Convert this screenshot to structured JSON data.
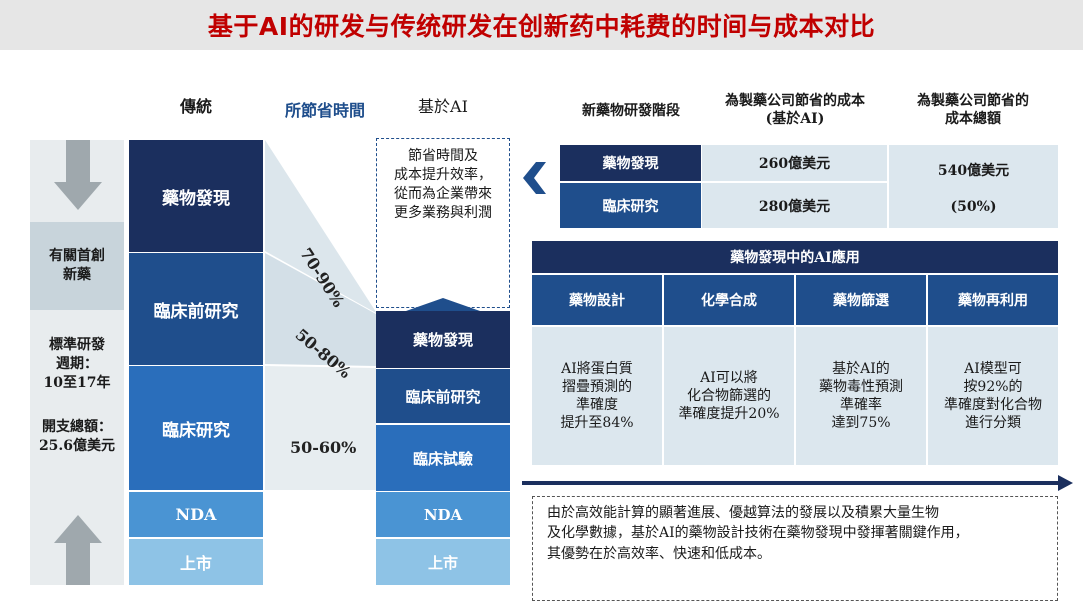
{
  "title": "基于AI的研发与传统研发在创新药中耗费的时间与成本对比",
  "headers": {
    "traditional": "傳統",
    "time_saved": "所節省時間",
    "ai_based": "基於AI"
  },
  "left_panel": {
    "innovative": "有關首創\n新藥",
    "cycle": "標準研發\n週期：\n10至17年",
    "cost": "開支總額：\n25.6億美元"
  },
  "traditional_stages": [
    "藥物發現",
    "臨床前研究",
    "臨床研究",
    "NDA",
    "上市"
  ],
  "ai_stages": [
    "藥物發現",
    "臨床前研究",
    "臨床試驗",
    "NDA",
    "上市"
  ],
  "savings": [
    "70-90%",
    "50-80%",
    "50-60%"
  ],
  "ai_note": "節省時間及\n成本提升效率，\n從而為企業帶來\n更多業務與利潤",
  "cost_table": {
    "headers": [
      "新藥物研發階段",
      "為製藥公司節省的成本\n(基於AI)",
      "為製藥公司節省的\n成本總額"
    ],
    "rows": [
      {
        "stage": "藥物發現",
        "saving": "260億美元"
      },
      {
        "stage": "臨床研究",
        "saving": "280億美元"
      }
    ],
    "total": "540億美元",
    "total_pct": "(50%)"
  },
  "applications": {
    "title": "藥物發現中的AI應用",
    "items": [
      {
        "name": "藥物設計",
        "desc": "AI將蛋白質\n摺疊預測的\n準確度\n提升至84%"
      },
      {
        "name": "化學合成",
        "desc": "AI可以將\n化合物篩選的\n準確度提升20%"
      },
      {
        "name": "藥物篩選",
        "desc": "基於AI的\n藥物毒性預測\n準確率\n達到75%"
      },
      {
        "name": "藥物再利用",
        "desc": "AI模型可\n按92%的\n準確度對化合物\n進行分類"
      }
    ]
  },
  "bottom_note": "由於高效能計算的顯著進展、優越算法的發展以及積累大量生物\n及化學數據，基於AI的藥物設計技術在藥物發現中發揮著關鍵作用，\n其優勢在於高效率、快速和低成本。",
  "colors": {
    "navy": "#1b2f5e",
    "blue": "#1f4e8c",
    "mid": "#2a6ebb",
    "light": "#8ec3e6",
    "pale": "#dce7ee",
    "red": "#c00000"
  }
}
